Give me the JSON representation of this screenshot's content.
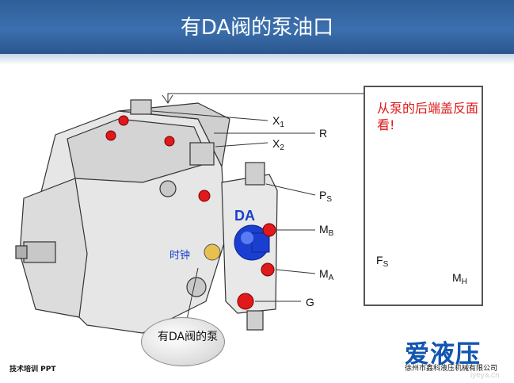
{
  "slide": {
    "title": "有DA阀的泵油口",
    "footer": "技术培训 PPT"
  },
  "ports": {
    "x1": {
      "main": "X",
      "sub": "1"
    },
    "r": {
      "main": "R",
      "sub": ""
    },
    "x2": {
      "main": "X",
      "sub": "2"
    },
    "ps": {
      "main": "P",
      "sub": "S"
    },
    "mb": {
      "main": "M",
      "sub": "B"
    },
    "ma": {
      "main": "M",
      "sub": "A"
    },
    "g": {
      "main": "G",
      "sub": ""
    },
    "fs": {
      "main": "F",
      "sub": "S"
    },
    "mh": {
      "main": "M",
      "sub": "H"
    }
  },
  "valve_label": "DA",
  "rotation_label": "时钟",
  "inset": {
    "caption": "从泵的后端盖反面看!"
  },
  "callout": {
    "text": "有DA阀的泵"
  },
  "logo": {
    "text": "爱液压",
    "company": "徐州市鑫科液压机械有限公司",
    "watermark": "iyeya.cn"
  },
  "colors": {
    "title_bar": "#3b6fae",
    "port_highlight": "#e0191a",
    "da_valve": "#1a3fd0",
    "caption_red": "#e0191a"
  }
}
